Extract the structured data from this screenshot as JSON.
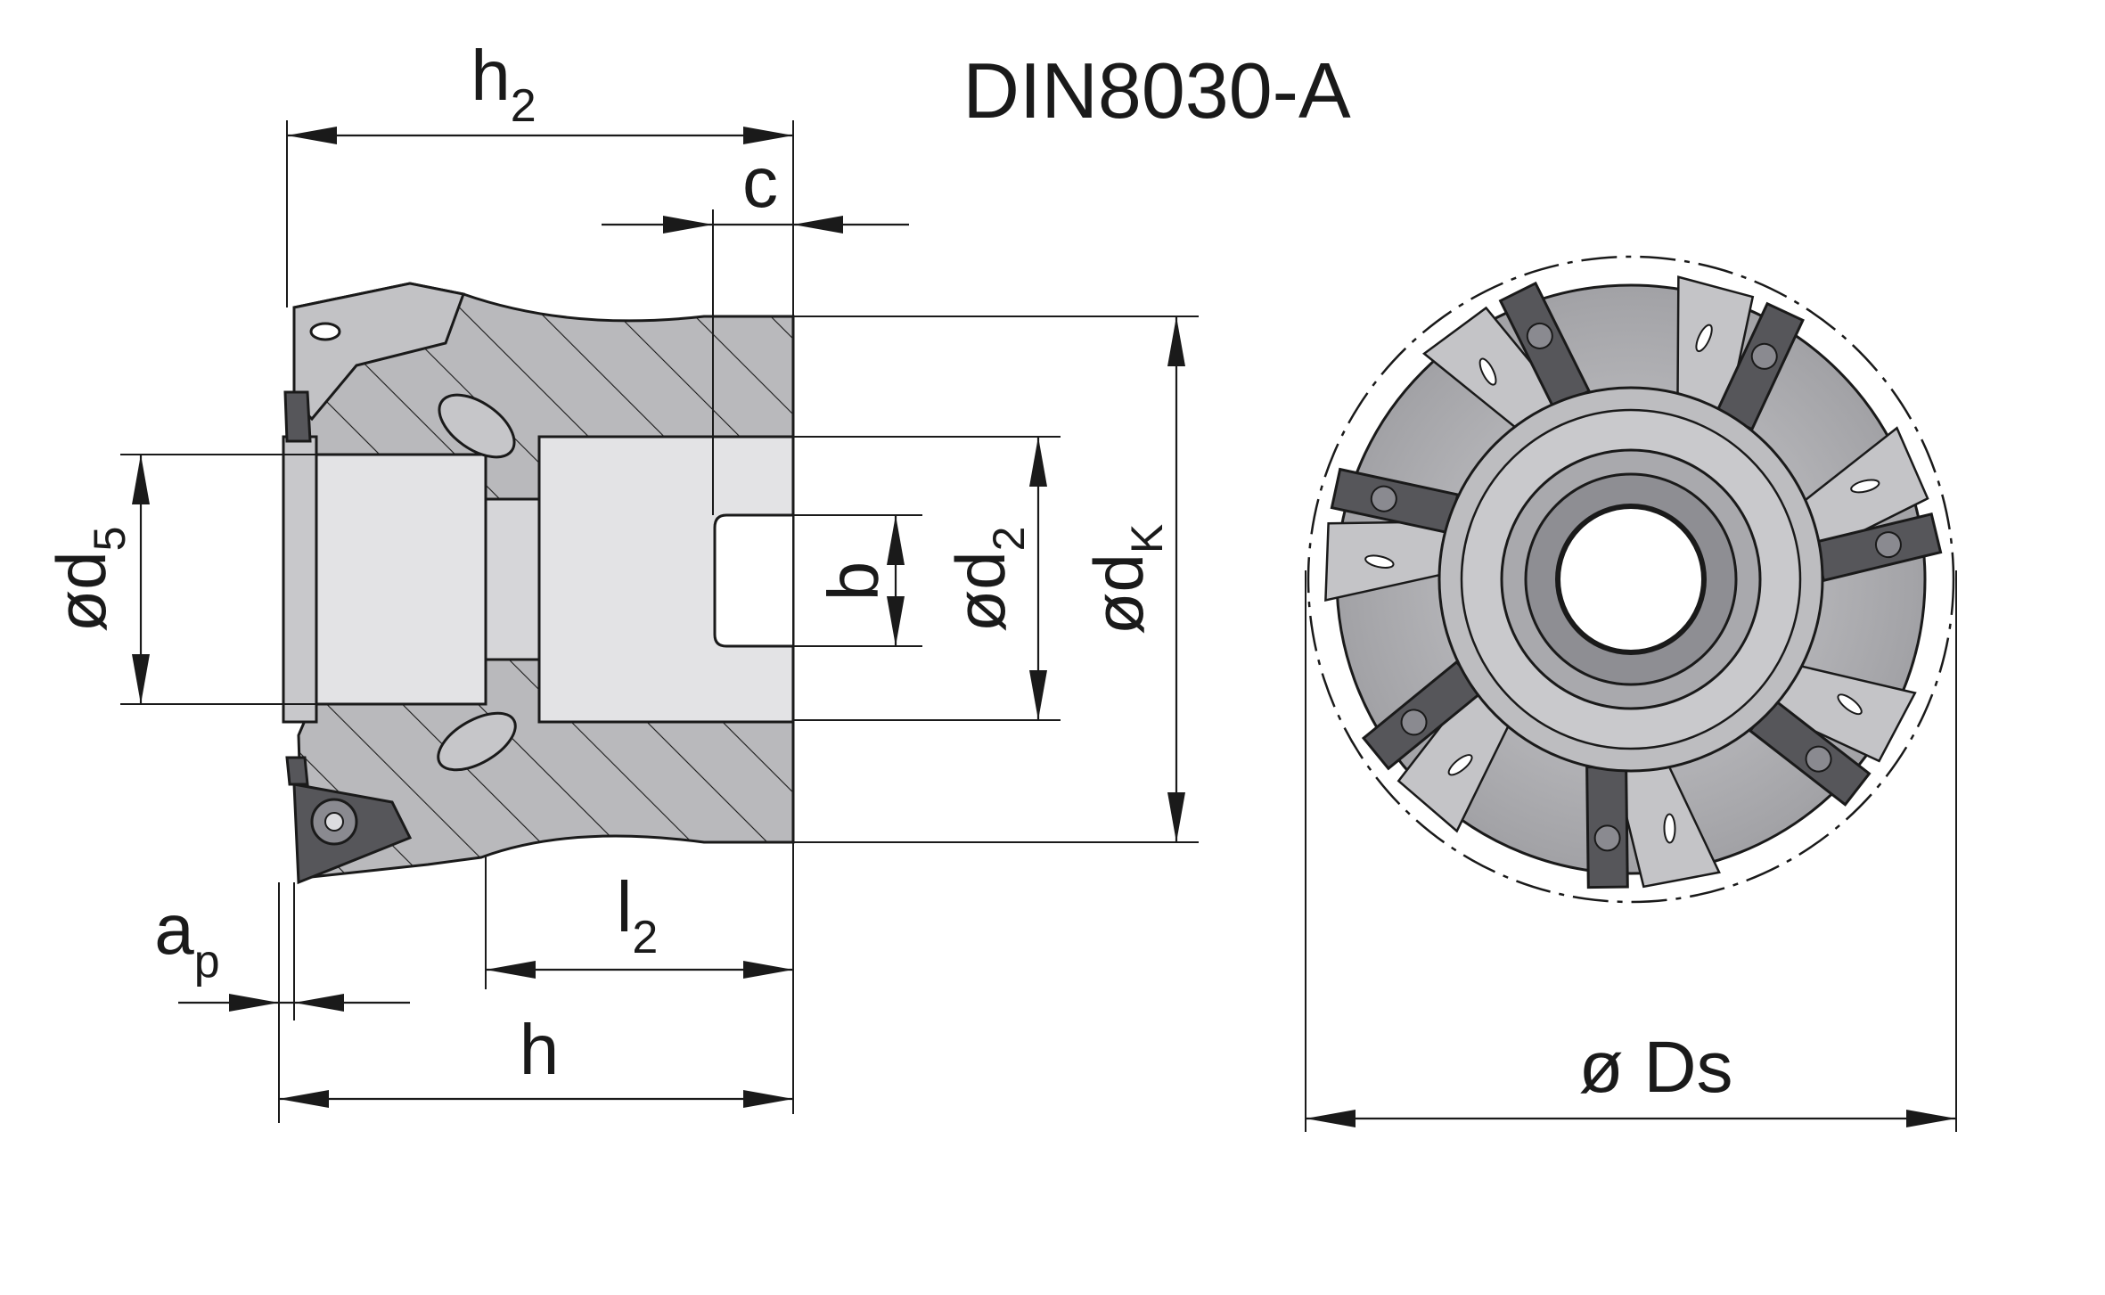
{
  "title": "DIN8030-A",
  "labels": {
    "h2_main": "h",
    "h2_sub": "2",
    "c": "c",
    "d5_main": "ød",
    "d5_sub": "5",
    "b": "b",
    "d2_main": "ød",
    "d2_sub": "2",
    "dk_main": "ød",
    "dk_sub": "K",
    "ap_main": "a",
    "ap_sub": "p",
    "l2_main": "l",
    "l2_sub": "2",
    "h": "h",
    "ds": "ø Ds"
  },
  "colors": {
    "ink": "#1a1a1a",
    "body": "#b9b9bc",
    "bore": "#e3e3e5",
    "insert": "#56565a",
    "insert_light": "#8a8a90"
  },
  "inserts_count": 7
}
